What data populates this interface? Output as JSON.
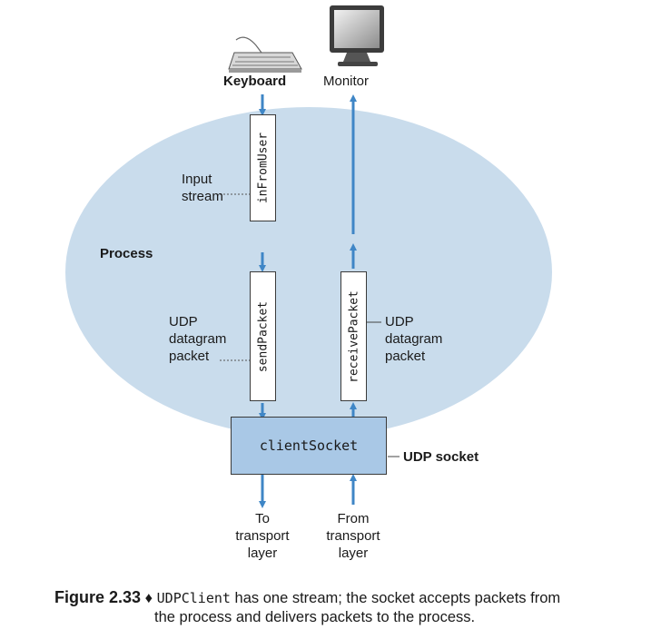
{
  "labels": {
    "keyboard": "Keyboard",
    "monitor": "Monitor",
    "input_stream": [
      "Input",
      "stream"
    ],
    "process": "Process",
    "udp_datagram_packet_left": [
      "UDP",
      "datagram",
      "packet"
    ],
    "udp_datagram_packet_right": [
      "UDP",
      "datagram",
      "packet"
    ],
    "udp_socket": "UDP socket",
    "to_transport_layer": [
      "To",
      "transport",
      "layer"
    ],
    "from_transport_layer": [
      "From",
      "transport",
      "layer"
    ]
  },
  "boxes": {
    "in_from_user": "inFromUser",
    "send_packet": "sendPacket",
    "receive_packet": "receivePacket",
    "client_socket": "clientSocket"
  },
  "caption": {
    "figure": "Figure 2.33",
    "bullet": "♦",
    "code": "UDPClient",
    "text1": "has one stream; the socket accepts packets from",
    "text2": "the process and delivers packets to the process."
  },
  "colors": {
    "process_fill": "#c9dcec",
    "socket_fill": "#a9c8e6",
    "arrow": "#3f86c6"
  },
  "icons": [
    "keyboard-icon",
    "monitor-icon"
  ]
}
